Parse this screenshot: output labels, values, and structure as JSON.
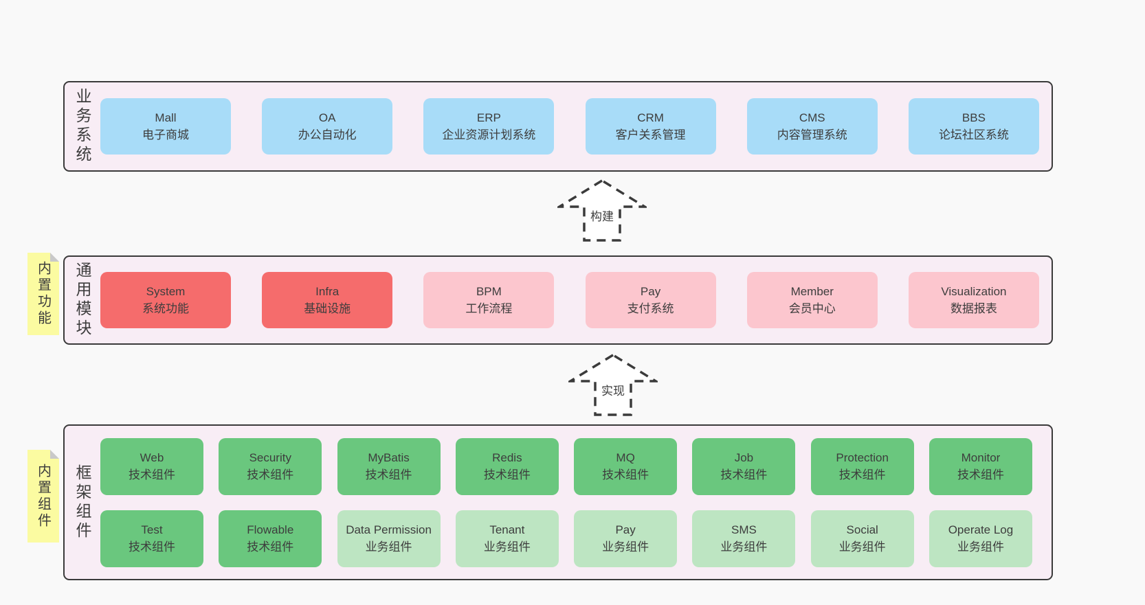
{
  "colors": {
    "bg": "#f9f9f9",
    "panel_bg": "#f8edf5",
    "panel_border": "#3a3a3a",
    "blue": "#a8dcf8",
    "red": "#f56c6c",
    "pink": "#fcc6ce",
    "green": "#6ac77e",
    "light_green": "#bde5c2",
    "yellow": "#fbfba1",
    "fold": "#c9c9c9",
    "text": "#3d3d3d",
    "arrow_stroke": "#3b3b3b"
  },
  "panels": [
    {
      "label": "业务系统",
      "boxes": [
        {
          "name": "Mall",
          "desc": "电子商城"
        },
        {
          "name": "OA",
          "desc": "办公自动化"
        },
        {
          "name": "ERP",
          "desc": "企业资源计划系统"
        },
        {
          "name": "CRM",
          "desc": "客户关系管理"
        },
        {
          "name": "CMS",
          "desc": "内容管理系统"
        },
        {
          "name": "BBS",
          "desc": "论坛社区系统"
        }
      ]
    },
    {
      "label": "通用模块",
      "tag": "内置功能",
      "boxes": [
        {
          "name": "System",
          "desc": "系统功能"
        },
        {
          "name": "Infra",
          "desc": "基础设施"
        },
        {
          "name": "BPM",
          "desc": "工作流程"
        },
        {
          "name": "Pay",
          "desc": "支付系统"
        },
        {
          "name": "Member",
          "desc": "会员中心"
        },
        {
          "name": "Visualization",
          "desc": "数据报表"
        }
      ]
    },
    {
      "label": "框架组件",
      "tag": "内置组件",
      "rows": [
        [
          {
            "name": "Web",
            "desc": "技术组件"
          },
          {
            "name": "Security",
            "desc": "技术组件"
          },
          {
            "name": "MyBatis",
            "desc": "技术组件"
          },
          {
            "name": "Redis",
            "desc": "技术组件"
          },
          {
            "name": "MQ",
            "desc": "技术组件"
          },
          {
            "name": "Job",
            "desc": "技术组件"
          },
          {
            "name": "Protection",
            "desc": "技术组件"
          },
          {
            "name": "Monitor",
            "desc": "技术组件"
          }
        ],
        [
          {
            "name": "Test",
            "desc": "技术组件"
          },
          {
            "name": "Flowable",
            "desc": "技术组件"
          },
          {
            "name": "Data Permission",
            "desc": "业务组件"
          },
          {
            "name": "Tenant",
            "desc": "业务组件"
          },
          {
            "name": "Pay",
            "desc": "业务组件"
          },
          {
            "name": "SMS",
            "desc": "业务组件"
          },
          {
            "name": "Social",
            "desc": "业务组件"
          },
          {
            "name": "Operate Log",
            "desc": "业务组件"
          }
        ]
      ]
    }
  ],
  "arrows": [
    {
      "label": "构建"
    },
    {
      "label": "实现"
    }
  ]
}
